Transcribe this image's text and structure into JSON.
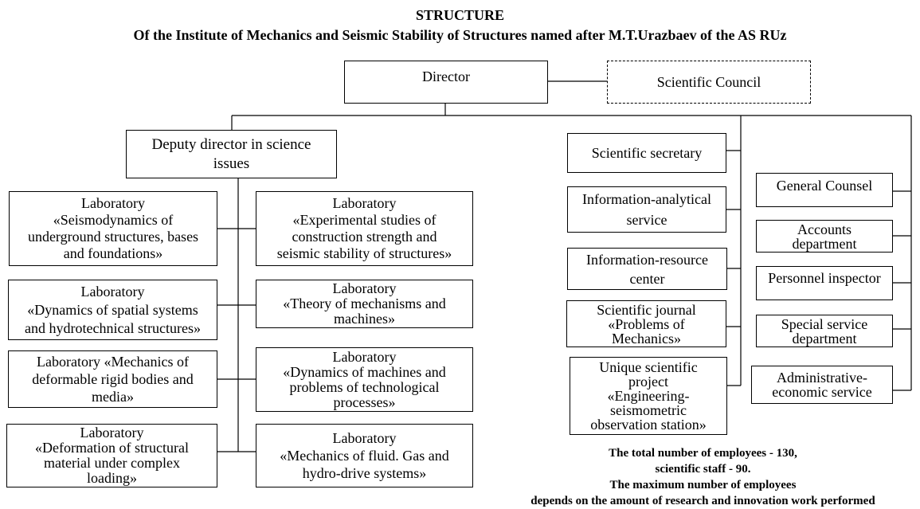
{
  "header": {
    "title": "STRUCTURE",
    "subtitle": "Of the Institute of Mechanics and Seismic Stability of Structures named after M.T.Urazbaev of the AS RUz"
  },
  "nodes": {
    "director": "Director",
    "scientific_council": "Scientific Council",
    "deputy_director": "Deputy director in science\nissues",
    "lab_seismodynamics": "Laboratory\n«Seismodynamics of\nunderground structures, bases\nand foundations»",
    "lab_experimental": "Laboratory\n«Experimental studies of\nconstruction strength and\nseismic stability of structures»",
    "lab_spatial": "Laboratory\n«Dynamics of spatial systems\nand hydrotechnical structures»",
    "lab_mechanisms": "Laboratory\n«Theory of mechanisms and\nmachines»",
    "lab_deformable": "Laboratory «Mechanics of\ndeformable rigid bodies and\nmedia»",
    "lab_dynamics_machines": "Laboratory\n«Dynamics of machines and\nproblems of technological\nprocesses»",
    "lab_deformation": "Laboratory\n«Deformation of structural\nmaterial under complex\nloading»",
    "lab_fluid": "Laboratory\n«Mechanics of fluid. Gas and\nhydro-drive systems»",
    "scientific_secretary": "Scientific secretary",
    "info_analytical": "Information-analytical\nservice",
    "info_resource": "Information-resource\ncenter",
    "journal": "Scientific journal\n«Problems of\nMechanics»",
    "unique_project": "Unique scientific\nproject\n«Engineering-\nseismometric\nobservation station»",
    "general_counsel": "General Counsel",
    "accounts": "Accounts\ndepartment",
    "personnel": "Personnel inspector",
    "special_service": "Special service\ndepartment",
    "admin_economic": "Administrative-\neconomic service"
  },
  "footer": {
    "note": "The total number of employees - 130,\nscientific staff - 90.\nThe maximum number of employees\ndepends on the amount of research and innovation work performed"
  }
}
